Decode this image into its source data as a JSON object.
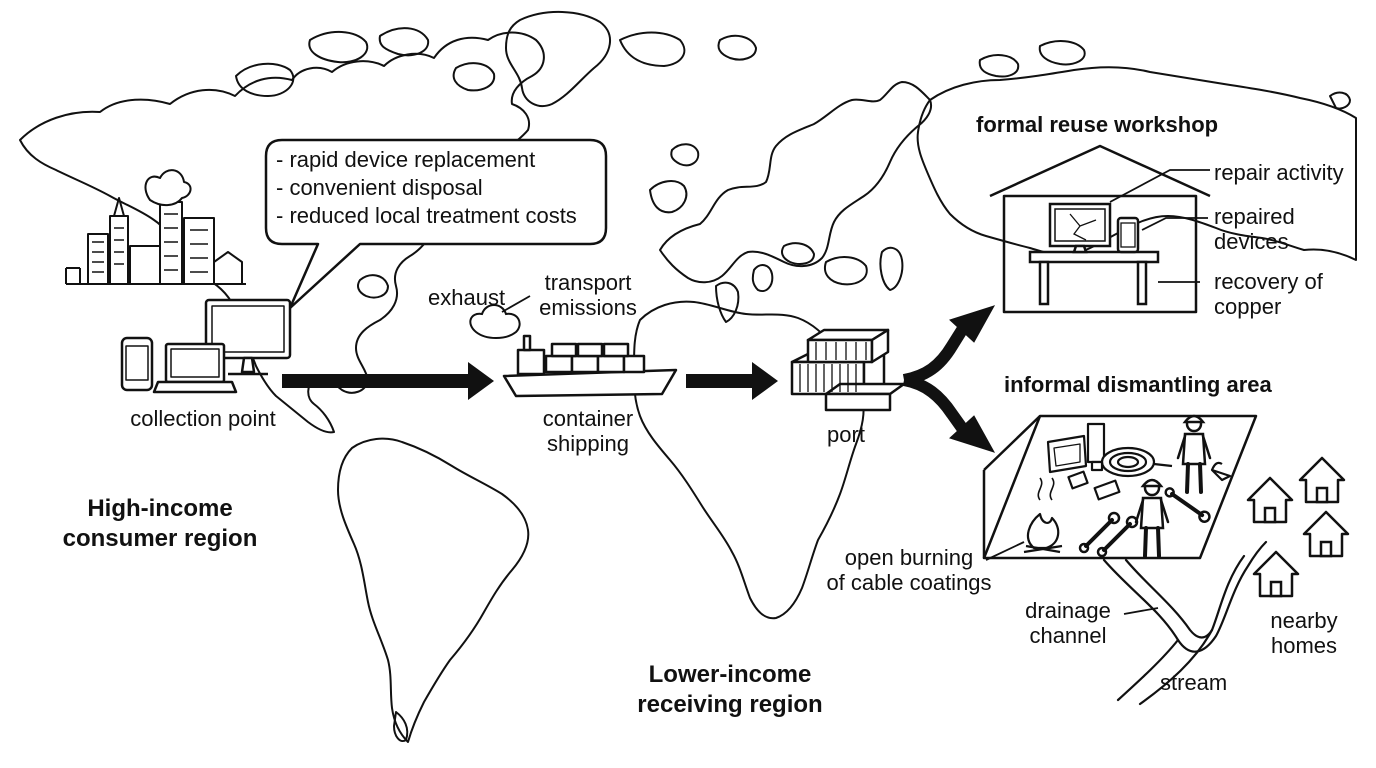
{
  "callout": {
    "lines": [
      "- rapid device replacement",
      "- convenient disposal",
      "- reduced local treatment costs"
    ]
  },
  "regions": {
    "high_income": [
      "High-income",
      "consumer region"
    ],
    "lower_income": [
      "Lower-income",
      "receiving region"
    ]
  },
  "nodes": {
    "collection_point": "collection point",
    "container_shipping": [
      "container",
      "shipping"
    ],
    "port": "port"
  },
  "emissions": {
    "exhaust": "exhaust",
    "transport": [
      "transport",
      "emissions"
    ]
  },
  "workshop": {
    "title": "formal reuse workshop",
    "repair_activity": "repair activity",
    "repaired_devices": [
      "repaired",
      "devices"
    ],
    "recovery_copper": [
      "recovery of",
      "copper"
    ]
  },
  "dismantling": {
    "title": "informal dismantling area",
    "open_burning": [
      "open burning",
      "of cable coatings"
    ],
    "drainage": [
      "drainage",
      "channel"
    ],
    "stream": "stream",
    "homes": [
      "nearby",
      "homes"
    ]
  },
  "colors": {
    "ink": "#111111",
    "background": "#ffffff"
  }
}
